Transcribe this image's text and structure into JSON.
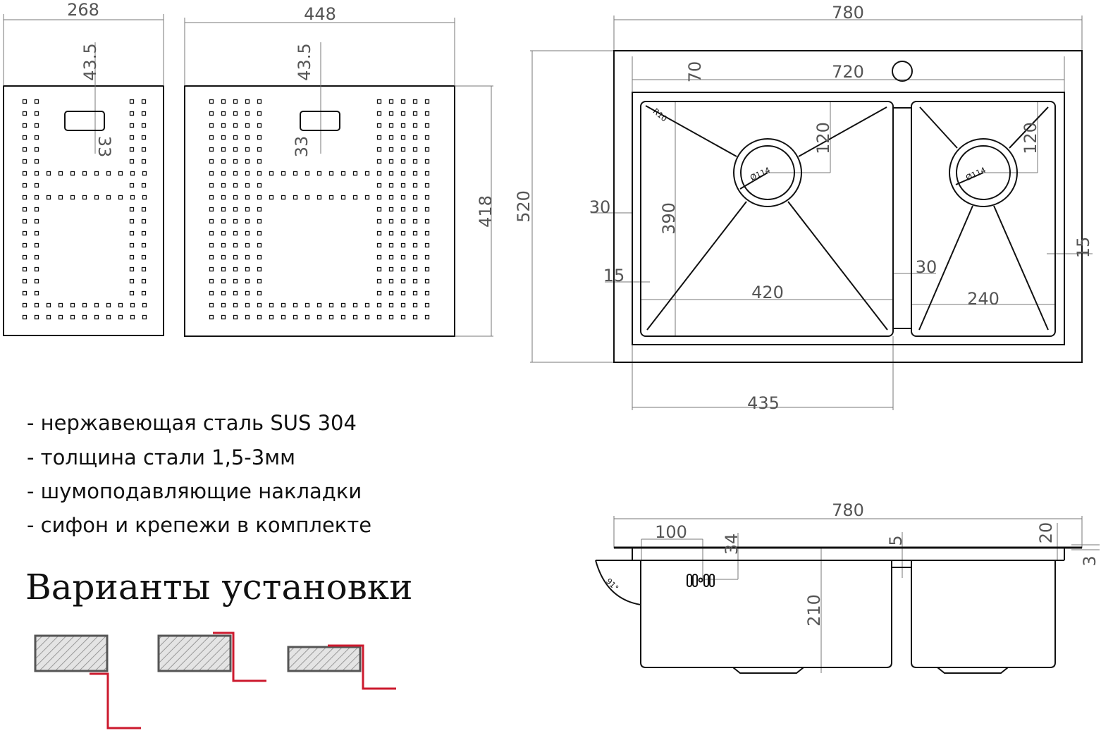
{
  "colders": null,
  "boards": {
    "small": {
      "width": "268",
      "height_offset": "43.5",
      "slot": "33"
    },
    "large": {
      "width": "448",
      "height_offset": "43.5",
      "slot": "33",
      "height": "418"
    }
  },
  "top_view": {
    "overall_width": "780",
    "inner_width": "720",
    "faucet_offset": "70",
    "overall_depth": "520",
    "left_margin": "30",
    "bowl_depth": "390",
    "bottom_margin": "15",
    "big_bowl_width": "420",
    "divider": "30",
    "small_bowl_width": "240",
    "right_margin": "15",
    "drain_offset_left": "120",
    "drain_offset_right": "120",
    "big_bowl_outer": "435",
    "drain_diameter_left": "Ø114",
    "drain_diameter_right": "Ø114",
    "corner_radius": "R10"
  },
  "side_view": {
    "overall_width": "780",
    "overflow_offset": "100",
    "overflow_height": "34",
    "divider_gap": "5",
    "flange": "20",
    "thickness": "3",
    "depth": "210",
    "overflow_angle": "91°"
  },
  "features": [
    "- нержавеющая сталь SUS 304",
    "- толщина стали 1,5-3мм",
    "- шумоподавляющие накладки",
    "- сифон и крепежи в комплекте"
  ],
  "install_title": "Варианты установки",
  "colors": {
    "line": "#111111",
    "dimension": "#777777",
    "install_line": "#cc1a2e",
    "hatch_fill": "#d8d8d8"
  }
}
